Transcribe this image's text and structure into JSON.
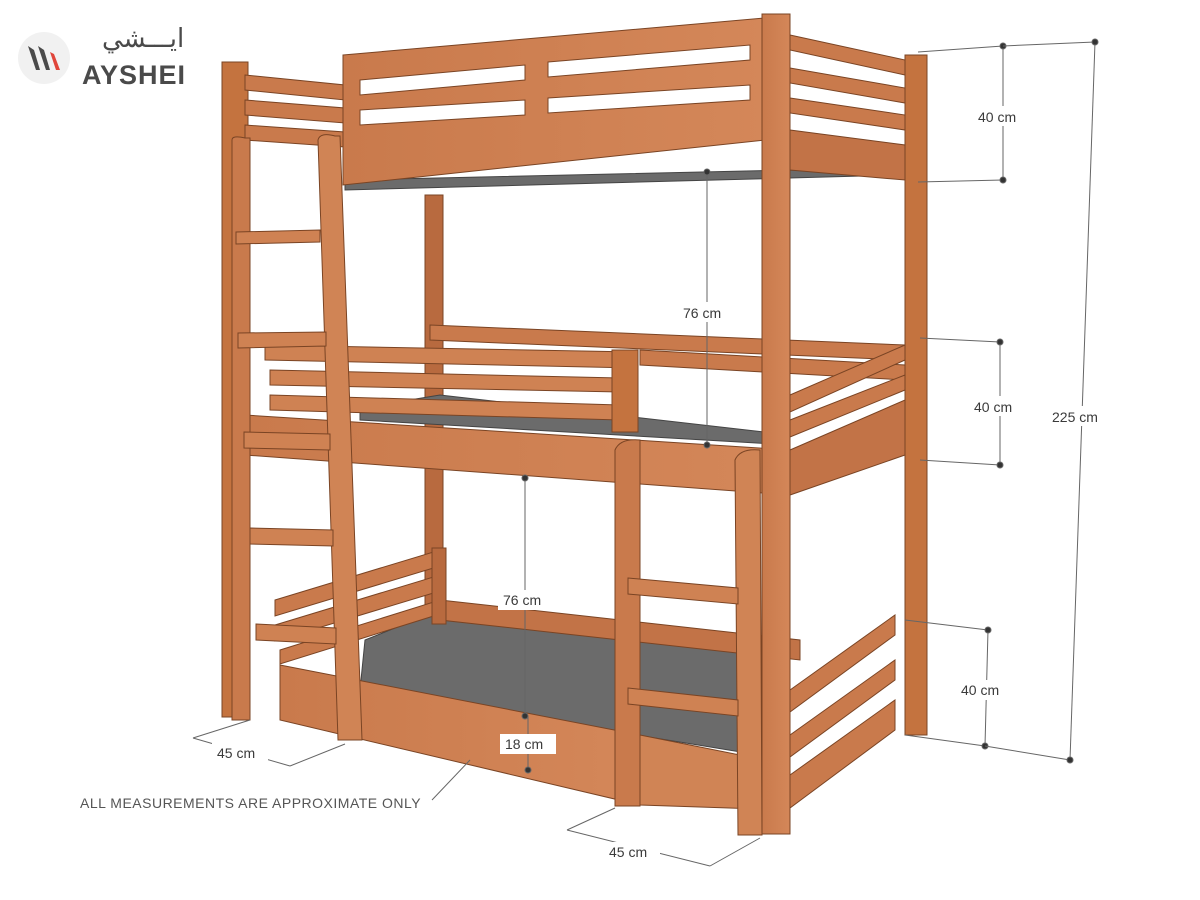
{
  "brand": {
    "arabic_name": "ايـــشي",
    "latin_name": "AYSHEI",
    "logo_icon": "ayshei-logo-icon",
    "accent_color": "#e0453a"
  },
  "colors": {
    "wood": "#c8774a",
    "wood_light": "#d98d5c",
    "wood_dark": "#a85f36",
    "mattress": "#6e6e6e",
    "dimension_line": "#666666"
  },
  "dimensions": {
    "top_guard_height": "40 cm",
    "middle_guard_height": "40 cm",
    "bottom_guard_height": "40 cm",
    "total_height": "225 cm",
    "top_clearance": "76 cm",
    "middle_clearance": "76 cm",
    "bottom_base_height": "18 cm",
    "left_ladder_width": "45 cm",
    "front_ladder_width": "45 cm"
  },
  "note": "ALL MEASUREMENTS ARE APPROXIMATE ONLY"
}
